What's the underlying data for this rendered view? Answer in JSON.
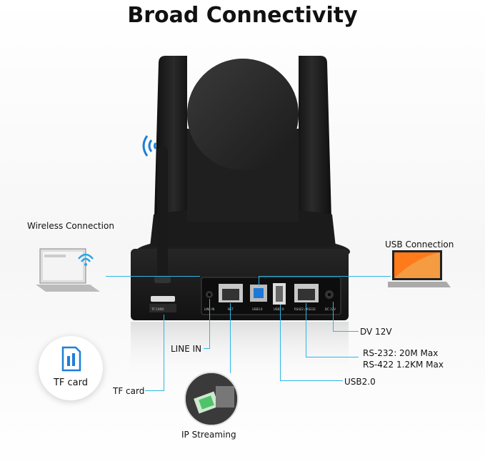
{
  "title": "Broad Connectivity",
  "labels": {
    "wireless": "Wireless Connection",
    "usb_connection": "USB Connection",
    "dv": "DV 12V",
    "rs232": "RS-232: 20M Max",
    "rs422": "RS-422 1.2KM Max",
    "usb20": "USB2.0",
    "line_in": "LINE IN",
    "tf_card": "TF card",
    "ip_streaming": "IP Streaming",
    "tf_circle": "TF card"
  },
  "ports": {
    "tf": "TF CARD",
    "line_in": "LINE IN",
    "net": "NET",
    "usb3": "USB3.0",
    "usb2": "USB2.0",
    "rs": "RS422 / RS232",
    "dc": "DC 12V"
  },
  "colors": {
    "accent": "#2db6e8",
    "camera": "#1c1c1c"
  }
}
